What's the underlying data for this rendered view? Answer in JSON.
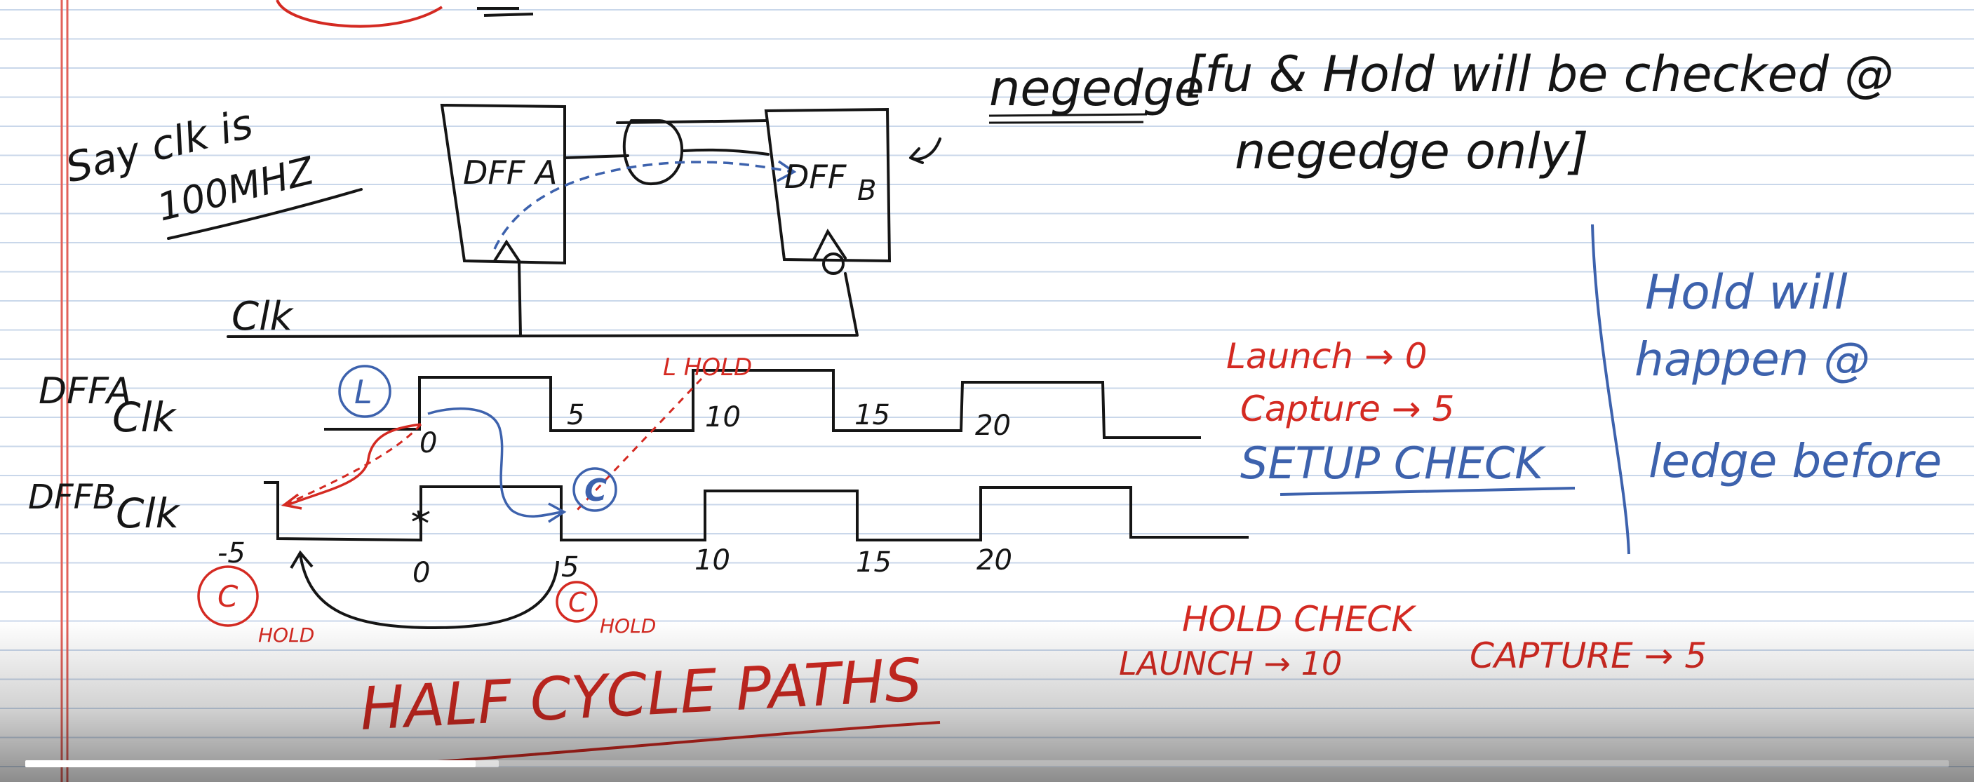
{
  "notes": {
    "top_right": {
      "negedge_word": "negedge",
      "line1": "[fu & Hold will be checked @",
      "line2": "negedge only]"
    },
    "left_note": {
      "line1": "Say clk is",
      "line2": "100MHZ"
    },
    "dff_a_label": "DFF A",
    "dff_b_label": "DFF",
    "dff_b_sub": "B",
    "clk_net_label": "Clk",
    "waveform_a_label": {
      "line1": "DFFA",
      "line2": "Clk"
    },
    "waveform_b_label": {
      "line1": "DFFB",
      "line2": "Clk"
    },
    "ticks_a": [
      "0",
      "5",
      "10",
      "15",
      "20"
    ],
    "ticks_b": [
      "-5",
      "0",
      "5",
      "10",
      "15",
      "20"
    ],
    "marker_launch": "L",
    "marker_capture": "C",
    "hold_launch_label": "L HOLD",
    "hold_capture_tag": "C",
    "hold_subscript": "HOLD",
    "setup_block": {
      "launch": "Launch → 0",
      "capture": "Capture → 5",
      "title": "SETUP CHECK"
    },
    "hold_note": {
      "line1": "Hold will",
      "line2": "happen @",
      "line3": "ledge before"
    },
    "hold_check": {
      "title": "HOLD CHECK",
      "launch": "LAUNCH → 10",
      "capture": "CAPTURE → 5"
    },
    "heading": "HALF CYCLE PATHS"
  },
  "colors": {
    "paper": "#ffffff",
    "ruled_line": "#c9d7ea",
    "margin_line": "#e2625a",
    "ink_black": "#151515",
    "ink_red": "#d42a22",
    "ink_blue": "#3d62ad"
  },
  "video": {
    "progress_fraction": 0.234,
    "buffered_fraction": 0.246
  }
}
